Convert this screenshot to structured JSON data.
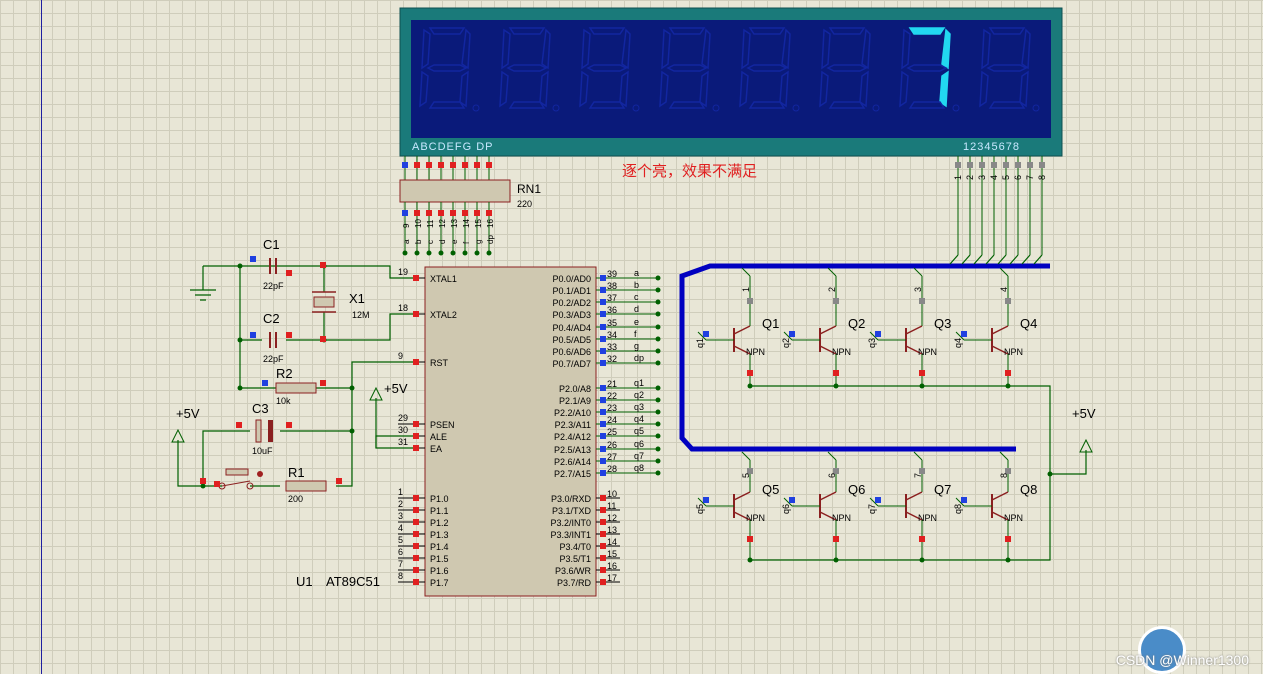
{
  "annotation": "逐个亮，效果不满足",
  "watermark": "CSDN @Winner1300",
  "colors": {
    "wire": "#006000",
    "bus": "#0000c0",
    "pin_red": "#e02020",
    "pin_blue": "#2040e0",
    "display_bg": "#0a1a7a",
    "display_frame": "#1a7a7a",
    "segment_on": "#22d8f0",
    "segment_off": "#1226a0",
    "ic_body": "#cfc8b0",
    "ic_border": "#8b2020",
    "annotation": "#e02020"
  },
  "display": {
    "seg_label": "ABCDEFG DP",
    "digit_label": "12345678",
    "top_pins": [
      "a",
      "b",
      "c",
      "d",
      "e",
      "f",
      "g",
      "dp"
    ],
    "digit_pins": [
      "1",
      "2",
      "3",
      "4",
      "5",
      "6",
      "7",
      "8"
    ],
    "lit_digit_text": "7"
  },
  "rn1": {
    "name": "RN1",
    "value": "220",
    "pin_numbers": [
      "9",
      "10",
      "11",
      "12",
      "13",
      "14",
      "15",
      "16"
    ],
    "pin_labels": [
      "a",
      "b",
      "c",
      "d",
      "e",
      "f",
      "g",
      "dp"
    ]
  },
  "c1": {
    "name": "C1",
    "value": "22pF"
  },
  "c2": {
    "name": "C2",
    "value": "22pF"
  },
  "x1": {
    "name": "X1",
    "value": "12M"
  },
  "r2": {
    "name": "R2",
    "value": "10k"
  },
  "c3": {
    "name": "C3",
    "value": "10uF"
  },
  "r1": {
    "name": "R1",
    "value": "200"
  },
  "power": {
    "vcc1": "+5V",
    "vcc2": "+5V",
    "vcc3": "+5V"
  },
  "u1": {
    "ref": "U1",
    "part": "AT89C51",
    "left_pins": [
      {
        "num": "19",
        "name": "XTAL1"
      },
      {
        "num": "18",
        "name": "XTAL2"
      },
      {
        "num": "9",
        "name": "RST"
      },
      {
        "num": "29",
        "name": "PSEN"
      },
      {
        "num": "30",
        "name": "ALE"
      },
      {
        "num": "31",
        "name": "EA"
      },
      {
        "num": "1",
        "name": "P1.0"
      },
      {
        "num": "2",
        "name": "P1.1"
      },
      {
        "num": "3",
        "name": "P1.2"
      },
      {
        "num": "4",
        "name": "P1.3"
      },
      {
        "num": "5",
        "name": "P1.4"
      },
      {
        "num": "6",
        "name": "P1.5"
      },
      {
        "num": "7",
        "name": "P1.6"
      },
      {
        "num": "8",
        "name": "P1.7"
      }
    ],
    "right_pins": [
      {
        "num": "39",
        "name": "P0.0/AD0",
        "net": "a"
      },
      {
        "num": "38",
        "name": "P0.1/AD1",
        "net": "b"
      },
      {
        "num": "37",
        "name": "P0.2/AD2",
        "net": "c"
      },
      {
        "num": "36",
        "name": "P0.3/AD3",
        "net": "d"
      },
      {
        "num": "35",
        "name": "P0.4/AD4",
        "net": "e"
      },
      {
        "num": "34",
        "name": "P0.5/AD5",
        "net": "f"
      },
      {
        "num": "33",
        "name": "P0.6/AD6",
        "net": "g"
      },
      {
        "num": "32",
        "name": "P0.7/AD7",
        "net": "dp"
      },
      {
        "num": "21",
        "name": "P2.0/A8",
        "net": "q1"
      },
      {
        "num": "22",
        "name": "P2.1/A9",
        "net": "q2"
      },
      {
        "num": "23",
        "name": "P2.2/A10",
        "net": "q3"
      },
      {
        "num": "24",
        "name": "P2.3/A11",
        "net": "q4"
      },
      {
        "num": "25",
        "name": "P2.4/A12",
        "net": "q5"
      },
      {
        "num": "26",
        "name": "P2.5/A13",
        "net": "q6"
      },
      {
        "num": "27",
        "name": "P2.6/A14",
        "net": "q7"
      },
      {
        "num": "28",
        "name": "P2.7/A15",
        "net": "q8"
      },
      {
        "num": "10",
        "name": "P3.0/RXD",
        "net": ""
      },
      {
        "num": "11",
        "name": "P3.1/TXD",
        "net": ""
      },
      {
        "num": "12",
        "name": "P3.2/INT0",
        "net": ""
      },
      {
        "num": "13",
        "name": "P3.3/INT1",
        "net": ""
      },
      {
        "num": "14",
        "name": "P3.4/T0",
        "net": ""
      },
      {
        "num": "15",
        "name": "P3.5/T1",
        "net": ""
      },
      {
        "num": "16",
        "name": "P3.6/WR",
        "net": ""
      },
      {
        "num": "17",
        "name": "P3.7/RD",
        "net": ""
      }
    ]
  },
  "transistors": [
    {
      "ref": "Q1",
      "type": "NPN",
      "base_net": "q1",
      "collector_net": "1"
    },
    {
      "ref": "Q2",
      "type": "NPN",
      "base_net": "q2",
      "collector_net": "2"
    },
    {
      "ref": "Q3",
      "type": "NPN",
      "base_net": "q3",
      "collector_net": "3"
    },
    {
      "ref": "Q4",
      "type": "NPN",
      "base_net": "q4",
      "collector_net": "4"
    },
    {
      "ref": "Q5",
      "type": "NPN",
      "base_net": "q5",
      "collector_net": "5"
    },
    {
      "ref": "Q6",
      "type": "NPN",
      "base_net": "q6",
      "collector_net": "6"
    },
    {
      "ref": "Q7",
      "type": "NPN",
      "base_net": "q7",
      "collector_net": "7"
    },
    {
      "ref": "Q8",
      "type": "NPN",
      "base_net": "q8",
      "collector_net": "8"
    }
  ]
}
